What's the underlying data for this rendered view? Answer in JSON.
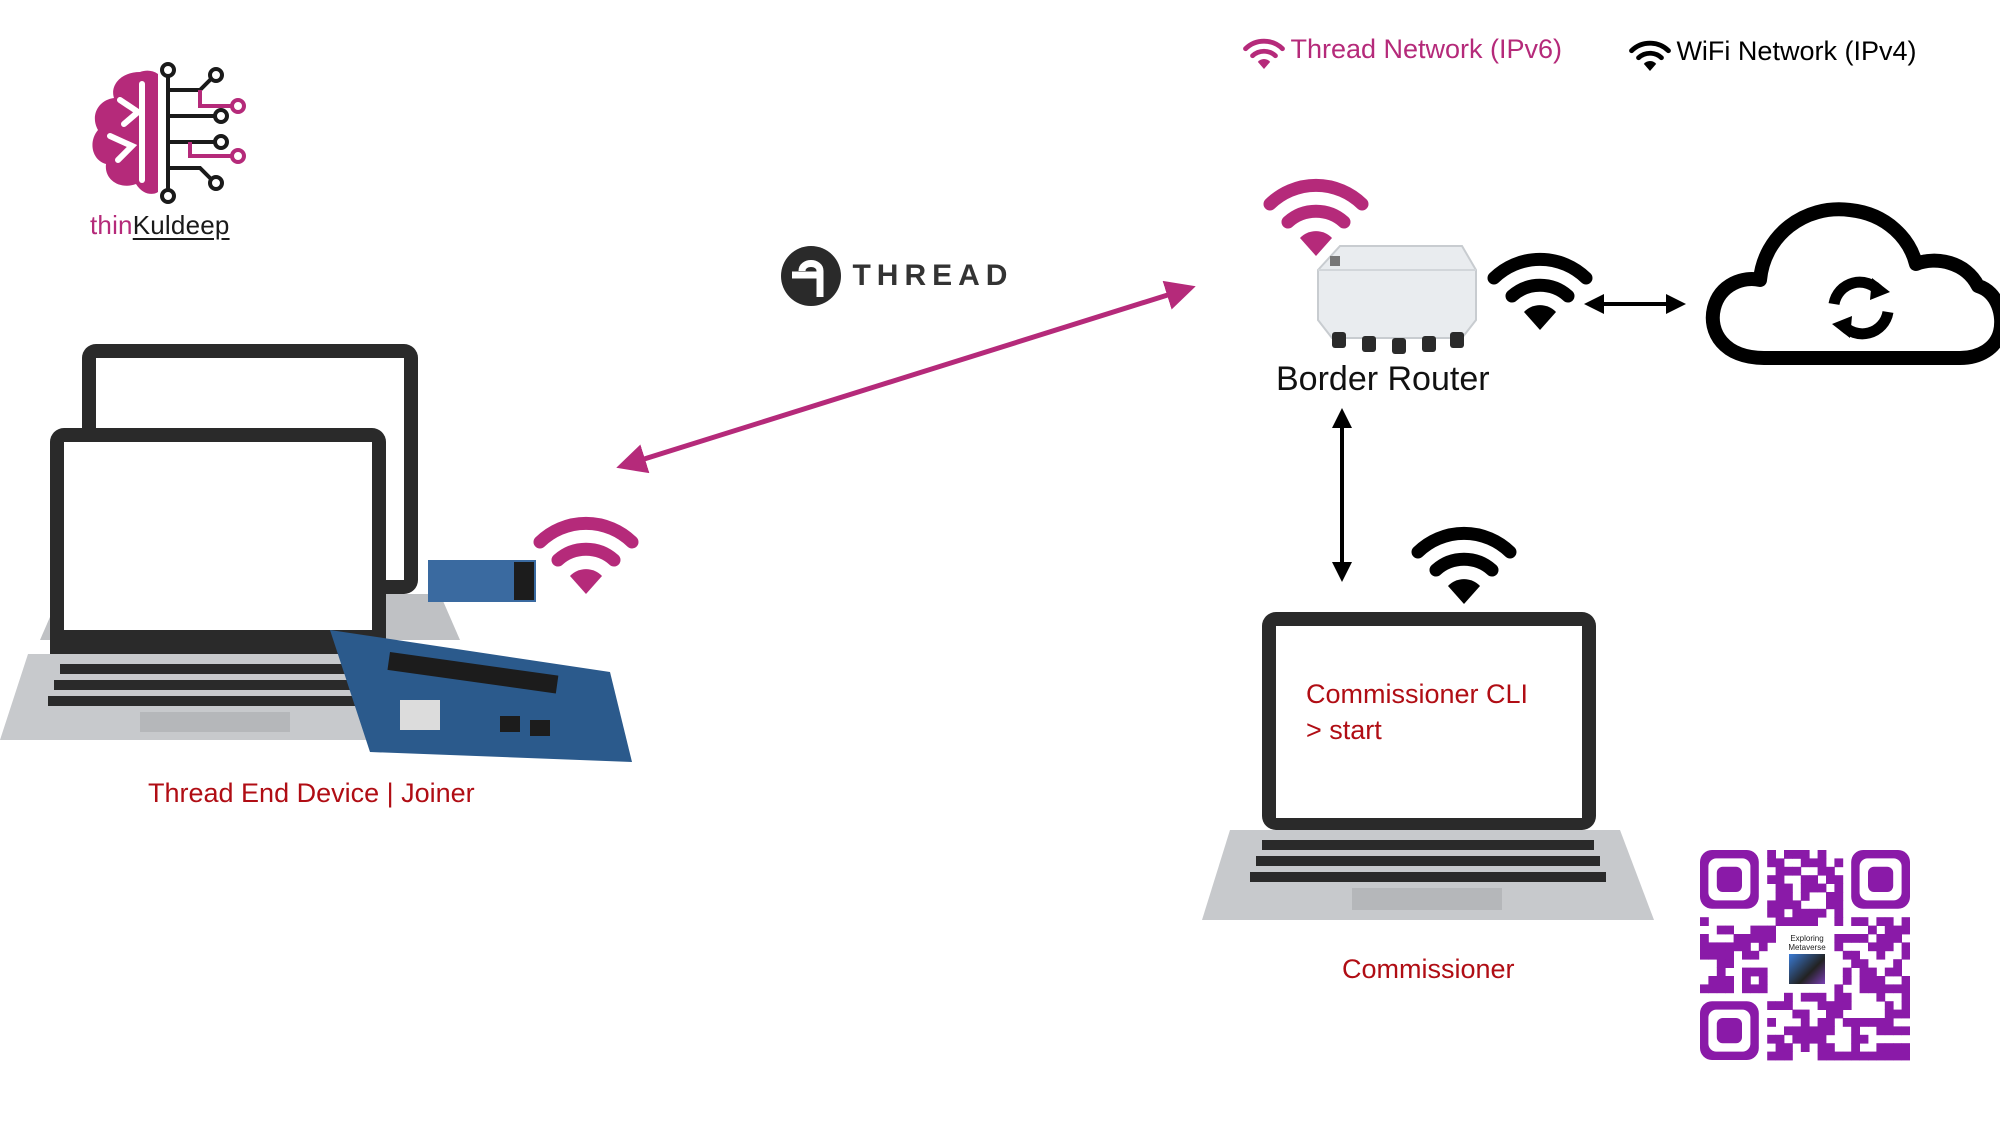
{
  "legend": {
    "thread_label": "Thread Network (IPv6)",
    "wifi_label": "WiFi Network (IPv4)",
    "thread_color": "#b52a7a",
    "wifi_color": "#000000"
  },
  "logo": {
    "text_prefix": "thin",
    "text_suffix": "Kuldeep",
    "brand_color": "#b52a7a"
  },
  "thread_logo": {
    "wordmark": "THREAD"
  },
  "border_router": {
    "label": "Border Router"
  },
  "end_device": {
    "label": "Thread End Device | Joiner"
  },
  "commissioner": {
    "label": "Commissioner",
    "cli_line1": "Commissioner CLI",
    "cli_line2": "> start"
  },
  "qr": {
    "caption_line1": "Exploring",
    "caption_line2": "Metaverse",
    "color": "#8a1aa8"
  },
  "icons": [
    "wifi-icon",
    "cloud-sync-icon",
    "brain-circuit-logo",
    "thread-logo-icon",
    "qr-code"
  ]
}
